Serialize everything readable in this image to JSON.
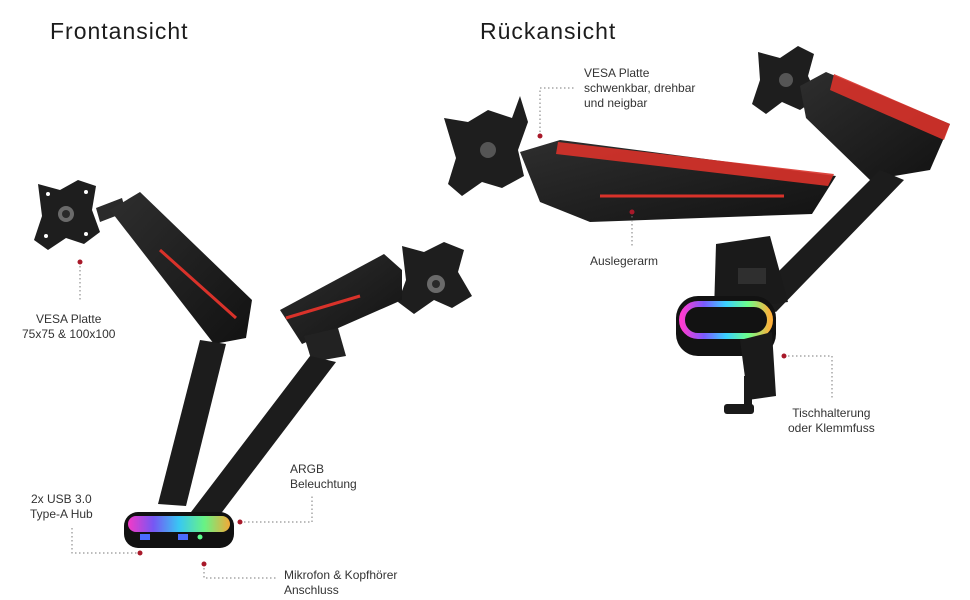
{
  "titles": {
    "front": "Frontansicht",
    "rear": "Rückansicht"
  },
  "callouts": {
    "vesa_front": [
      "VESA Platte",
      "75x75 & 100x100"
    ],
    "usb_hub": [
      "2x USB 3.0",
      "Type-A Hub"
    ],
    "argb": [
      "ARGB",
      "Beleuchtung"
    ],
    "audio": [
      "Mikrofon & Kopfhörer",
      "Anschluss"
    ],
    "vesa_rear": [
      "VESA Platte",
      "schwenkbar, drehbar",
      "und neigbar"
    ],
    "boom_arm": [
      "Auslegerarm"
    ],
    "clamp": [
      "Tischhalterung",
      "oder Klemmfuss"
    ]
  },
  "colors": {
    "accent": "#d9322a",
    "dot": "#a8192a",
    "arm": "#1c1c1c",
    "arm_light": "#2d2d2d",
    "text": "#333333"
  }
}
